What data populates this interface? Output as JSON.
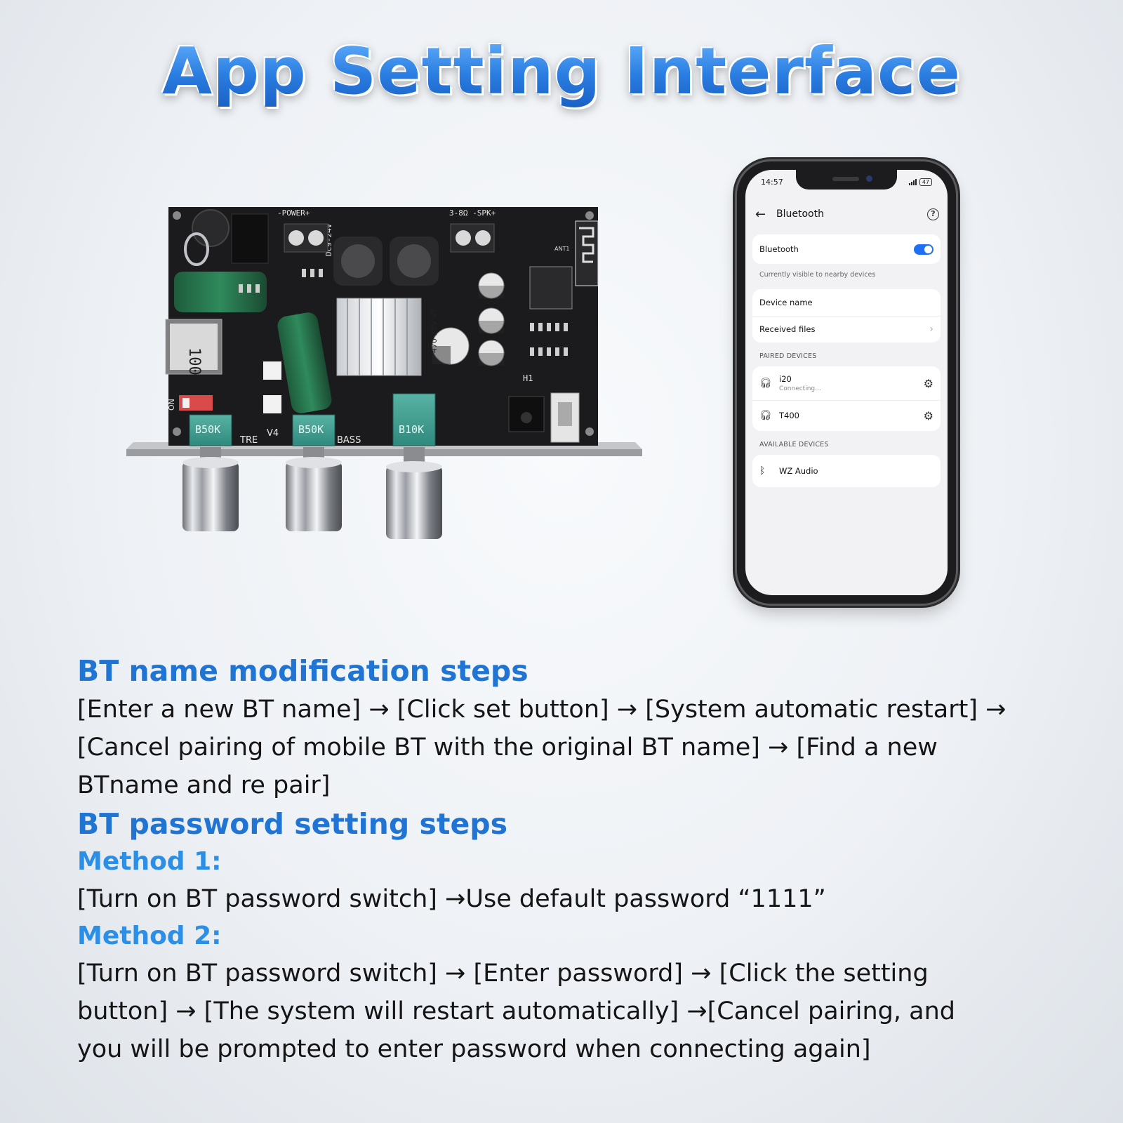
{
  "title": "App Setting Interface",
  "board": {
    "power_label": "-POWER+",
    "spk_label": "3-8Ω -SPK+",
    "dc_label": "DC9-24V",
    "inductor_label": "100",
    "cap_label": "470 35V VT",
    "knob_labels": [
      "B50K",
      "B50K",
      "B10K"
    ],
    "tone_labels": [
      "TRE",
      "V4",
      "BASS"
    ],
    "on_label": "ON",
    "h1_label": "H1",
    "ant_label": "ANT1"
  },
  "phone": {
    "time": "14:57",
    "battery": "47",
    "header_title": "Bluetooth",
    "bluetooth_label": "Bluetooth",
    "visible_caption": "Currently visible to nearby devices",
    "device_name_label": "Device name",
    "received_files_label": "Received files",
    "paired_header": "PAIRED DEVICES",
    "paired": [
      {
        "name": "i20",
        "status": "Connecting..."
      },
      {
        "name": "T400",
        "status": ""
      }
    ],
    "available_header": "AVAILABLE DEVICES",
    "available": [
      {
        "name": "WZ Audio"
      }
    ]
  },
  "bt_name": {
    "heading": "BT name modification steps",
    "steps": [
      "[Enter a new BT name] → [Click set button] → [System automatic restart] →",
      "[Cancel pairing of mobile BT with the original BT name] → [Find a new",
      "BTname and re pair]"
    ]
  },
  "bt_password": {
    "heading": "BT password setting steps",
    "method1_label": "Method 1:",
    "method1_text": "[Turn on BT password switch] →Use default password “1111”",
    "method2_label": "Method 2:",
    "method2_lines": [
      "[Turn on BT password switch] → [Enter password] → [Click the setting",
      "button] → [The system will restart automatically] →[Cancel pairing, and",
      "you will be prompted to enter password when connecting again]"
    ]
  },
  "colors": {
    "title_blue": "#2a7de1",
    "heading_blue": "#1f74d4",
    "method_blue": "#2b8fe8",
    "toggle_blue": "#1f6ff5",
    "pcb_black": "#1b1b1d"
  }
}
